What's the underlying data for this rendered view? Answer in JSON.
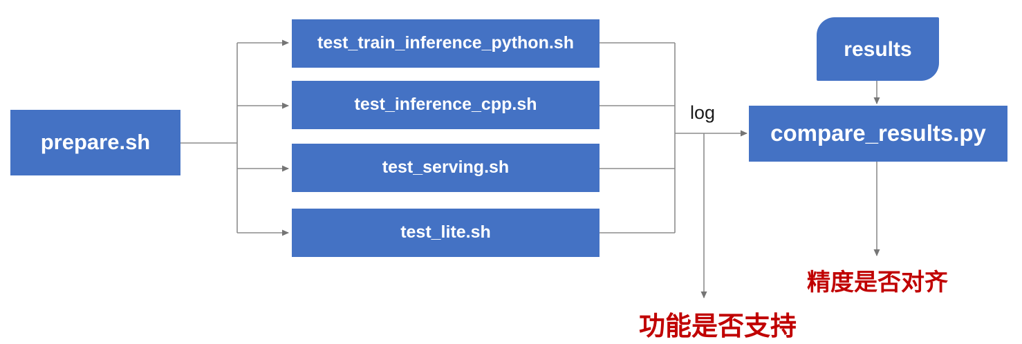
{
  "diagram": {
    "type": "flowchart",
    "colors": {
      "node_fill": "#4472C4",
      "node_text": "#FFFFFF",
      "connector": "#8C8C8C",
      "arrowhead": "#757575",
      "edge_label_text": "#1A1A1A",
      "caption_text": "#C00000"
    },
    "nodes": {
      "prepare": {
        "label": "prepare.sh"
      },
      "tests": [
        {
          "label": "test_train_inference_python.sh"
        },
        {
          "label": "test_inference_cpp.sh"
        },
        {
          "label": "test_serving.sh"
        },
        {
          "label": "test_lite.sh"
        }
      ],
      "results": {
        "label": "results"
      },
      "compare": {
        "label": "compare_results.py"
      }
    },
    "edge_labels": {
      "log": "log"
    },
    "captions": {
      "function_support": "功能是否支持",
      "precision_aligned": "精度是否对齐"
    }
  }
}
